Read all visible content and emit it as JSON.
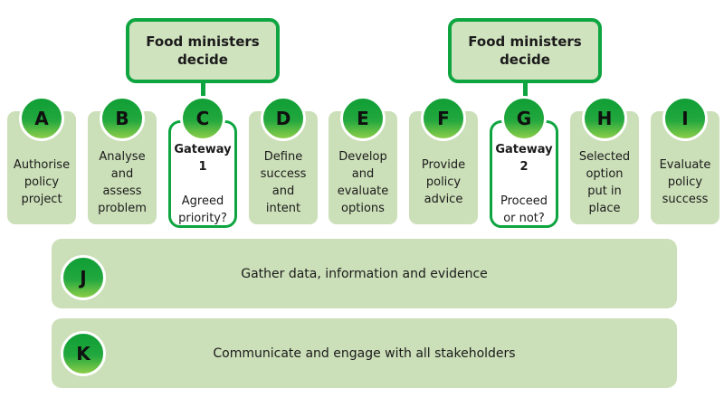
{
  "colors": {
    "accent_green": "#0ea541",
    "circle_gradient_top": "#0f9e35",
    "circle_gradient_bottom": "#8ccd49",
    "box_fill": "#cbdfb8",
    "decision_fill": "#d0e3bf",
    "gateway_fill": "#ffffff",
    "text": "#1b1b1b"
  },
  "decision_boxes": [
    {
      "label": "Food ministers\ndecide"
    },
    {
      "label": "Food ministers\ndecide"
    }
  ],
  "stages": [
    {
      "letter": "A",
      "label": "Authorise\npolicy\nproject",
      "type": "normal"
    },
    {
      "letter": "B",
      "label": "Analyse\nand\nassess\nproblem",
      "type": "normal"
    },
    {
      "letter": "C",
      "title": "Gateway\n1",
      "label": "Agreed\npriority?",
      "type": "gateway"
    },
    {
      "letter": "D",
      "label": "Define\nsuccess\nand\nintent",
      "type": "normal"
    },
    {
      "letter": "E",
      "label": "Develop\nand\nevaluate\noptions",
      "type": "normal"
    },
    {
      "letter": "F",
      "label": "Provide\npolicy\nadvice",
      "type": "normal"
    },
    {
      "letter": "G",
      "title": "Gateway\n2",
      "label": "Proceed\nor not?",
      "type": "gateway"
    },
    {
      "letter": "H",
      "label": "Selected\noption\nput in\nplace",
      "type": "normal"
    },
    {
      "letter": "I",
      "label": "Evaluate\npolicy\nsuccess",
      "type": "normal"
    }
  ],
  "bars": [
    {
      "letter": "J",
      "label": "Gather data, information and evidence"
    },
    {
      "letter": "K",
      "label": "Communicate and engage with all stakeholders"
    }
  ]
}
